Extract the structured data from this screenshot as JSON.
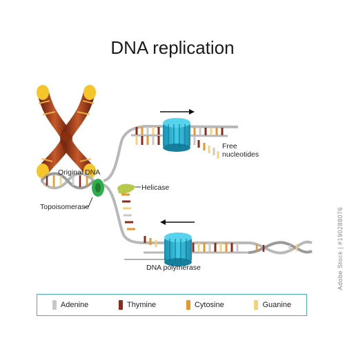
{
  "title": "DNA replication",
  "labels": {
    "original_dna": "Original DNA",
    "topoisomerase": "Topoisomerase",
    "helicase": "Helicase",
    "free_nucleotides_line1": "Free",
    "free_nucleotides_line2": "nucleotides",
    "dna_polymerase": "DNA polymerase"
  },
  "legend": [
    {
      "label": "Adenine",
      "color": "#c8c8c8"
    },
    {
      "label": "Thymine",
      "color": "#8b2a1a"
    },
    {
      "label": "Cytosine",
      "color": "#e8962a"
    },
    {
      "label": "Guanine",
      "color": "#f3d27a"
    }
  ],
  "colors": {
    "backbone": "#b8b8b8",
    "polymerase": "#2bb6d6",
    "polymerase_dark": "#167f9e",
    "topoisomerase": "#2fae4c",
    "helicase": "#b7c84a",
    "chromosome_main": "#a8401f",
    "chromosome_tip": "#f6c52a"
  },
  "watermark": "Adobe Stock | #190288076"
}
